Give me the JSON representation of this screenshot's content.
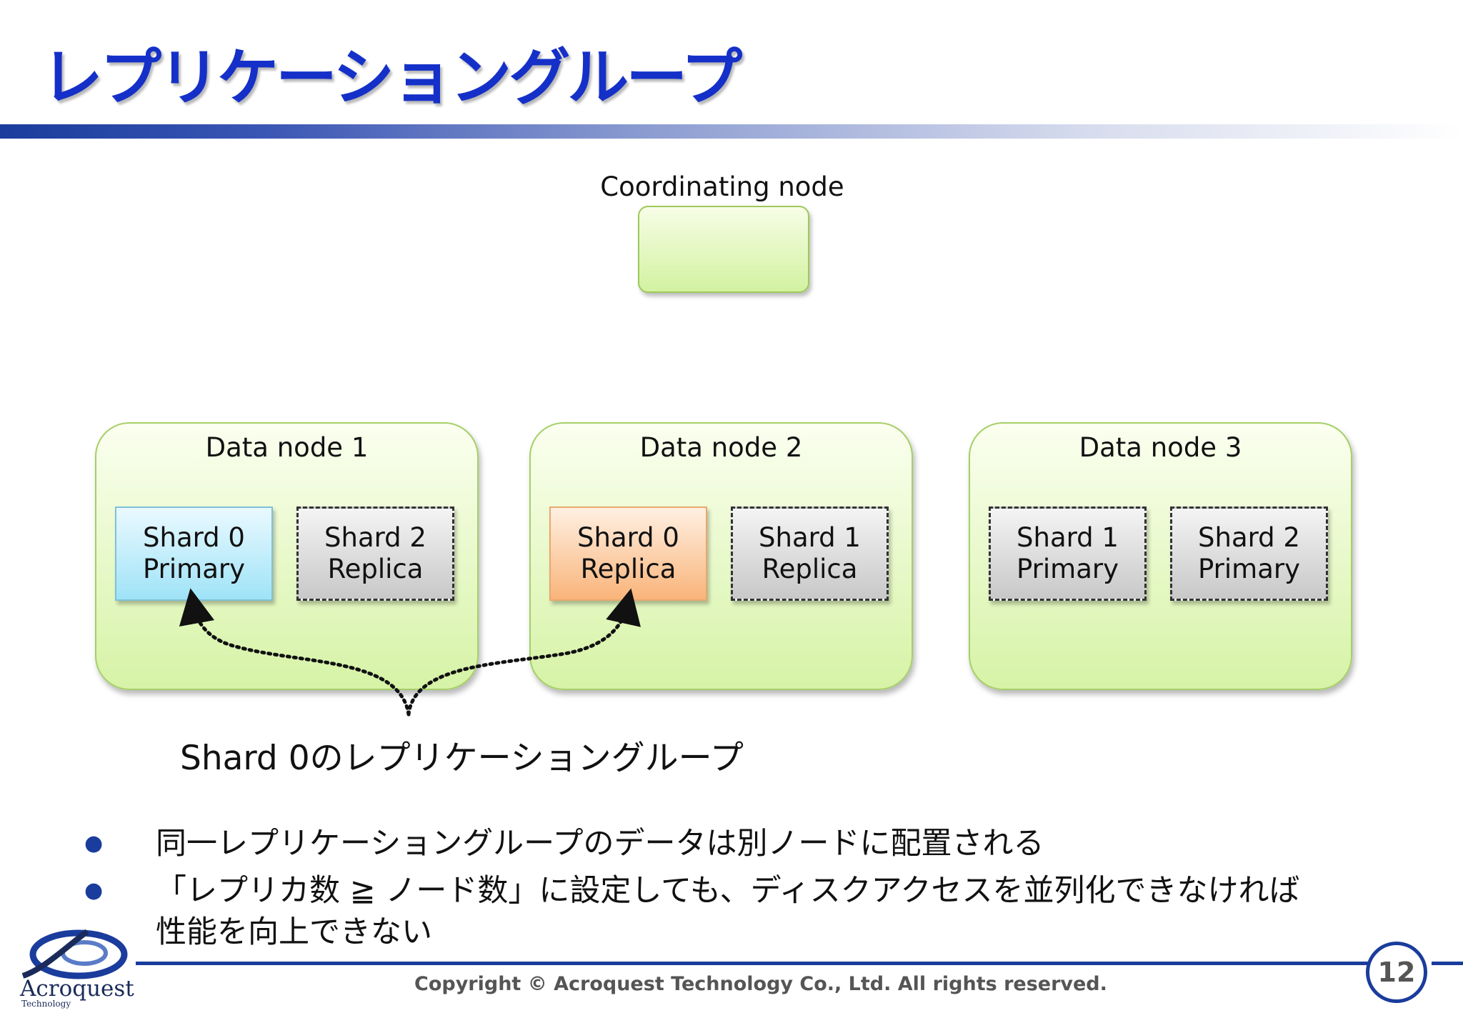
{
  "title": "レプリケーショングループ",
  "coordinating_node": {
    "label": "Coordinating node"
  },
  "data_nodes": [
    {
      "title": "Data node 1",
      "shards": [
        {
          "line1": "Shard 0",
          "line2": "Primary"
        },
        {
          "line1": "Shard 2",
          "line2": "Replica"
        }
      ]
    },
    {
      "title": "Data node 2",
      "shards": [
        {
          "line1": "Shard 0",
          "line2": "Replica"
        },
        {
          "line1": "Shard 1",
          "line2": "Replica"
        }
      ]
    },
    {
      "title": "Data node 3",
      "shards": [
        {
          "line1": "Shard 1",
          "line2": "Primary"
        },
        {
          "line1": "Shard 2",
          "line2": "Primary"
        }
      ]
    }
  ],
  "group_label": "Shard 0のレプリケーショングループ",
  "bullets": [
    "同一レプリケーショングループのデータは別ノードに配置される",
    "「レプリカ数 ≧ ノード数」に設定しても、ディスクアクセスを並列化できなければ\n性能を向上できない"
  ],
  "footer": {
    "copyright": "Copyright © Acroquest Technology Co., Ltd. All rights reserved.",
    "page_number": "12",
    "logo_text": "Acroquest",
    "logo_sub": "Technology"
  },
  "colors": {
    "title": "#1530c8",
    "accent": "#1a3c9c",
    "node_fill": "#d6f3a6",
    "primary_fill": "#9fe3f7",
    "replica_fill": "#f9b47a",
    "inactive_fill": "#c8c8c8"
  }
}
